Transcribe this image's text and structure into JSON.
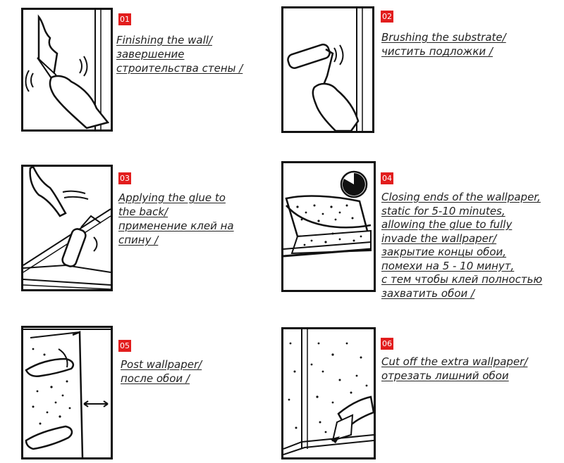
{
  "steps": [
    {
      "number": "01",
      "caption_lines": [
        "Finishing the wall/",
        "завершение",
        "строительства стены /"
      ]
    },
    {
      "number": "02",
      "caption_lines": [
        "Brushing the substrate/",
        "чистить подложки /"
      ]
    },
    {
      "number": "03",
      "caption_lines": [
        "Applying the glue to",
        "the back/",
        "применение клей на",
        "спину /"
      ]
    },
    {
      "number": "04",
      "caption_lines": [
        "Closing ends of the wallpaper,",
        "static for 5-10 minutes,",
        "allowing the glue to fully",
        "invade the wallpaper/",
        "закрытие концы обои,",
        "помехи на 5 - 10 минут,",
        "с тем чтобы клей полностью",
        "захватить обои /"
      ]
    },
    {
      "number": "05",
      "caption_lines": [
        "Post wallpaper/",
        "после обои /"
      ]
    },
    {
      "number": "06",
      "caption_lines": [
        "Cut off the extra wallpaper/",
        "отрезать лишний обои"
      ]
    }
  ],
  "colors": {
    "badge": "#e21d1d",
    "outline": "#111111",
    "text": "#222222"
  }
}
